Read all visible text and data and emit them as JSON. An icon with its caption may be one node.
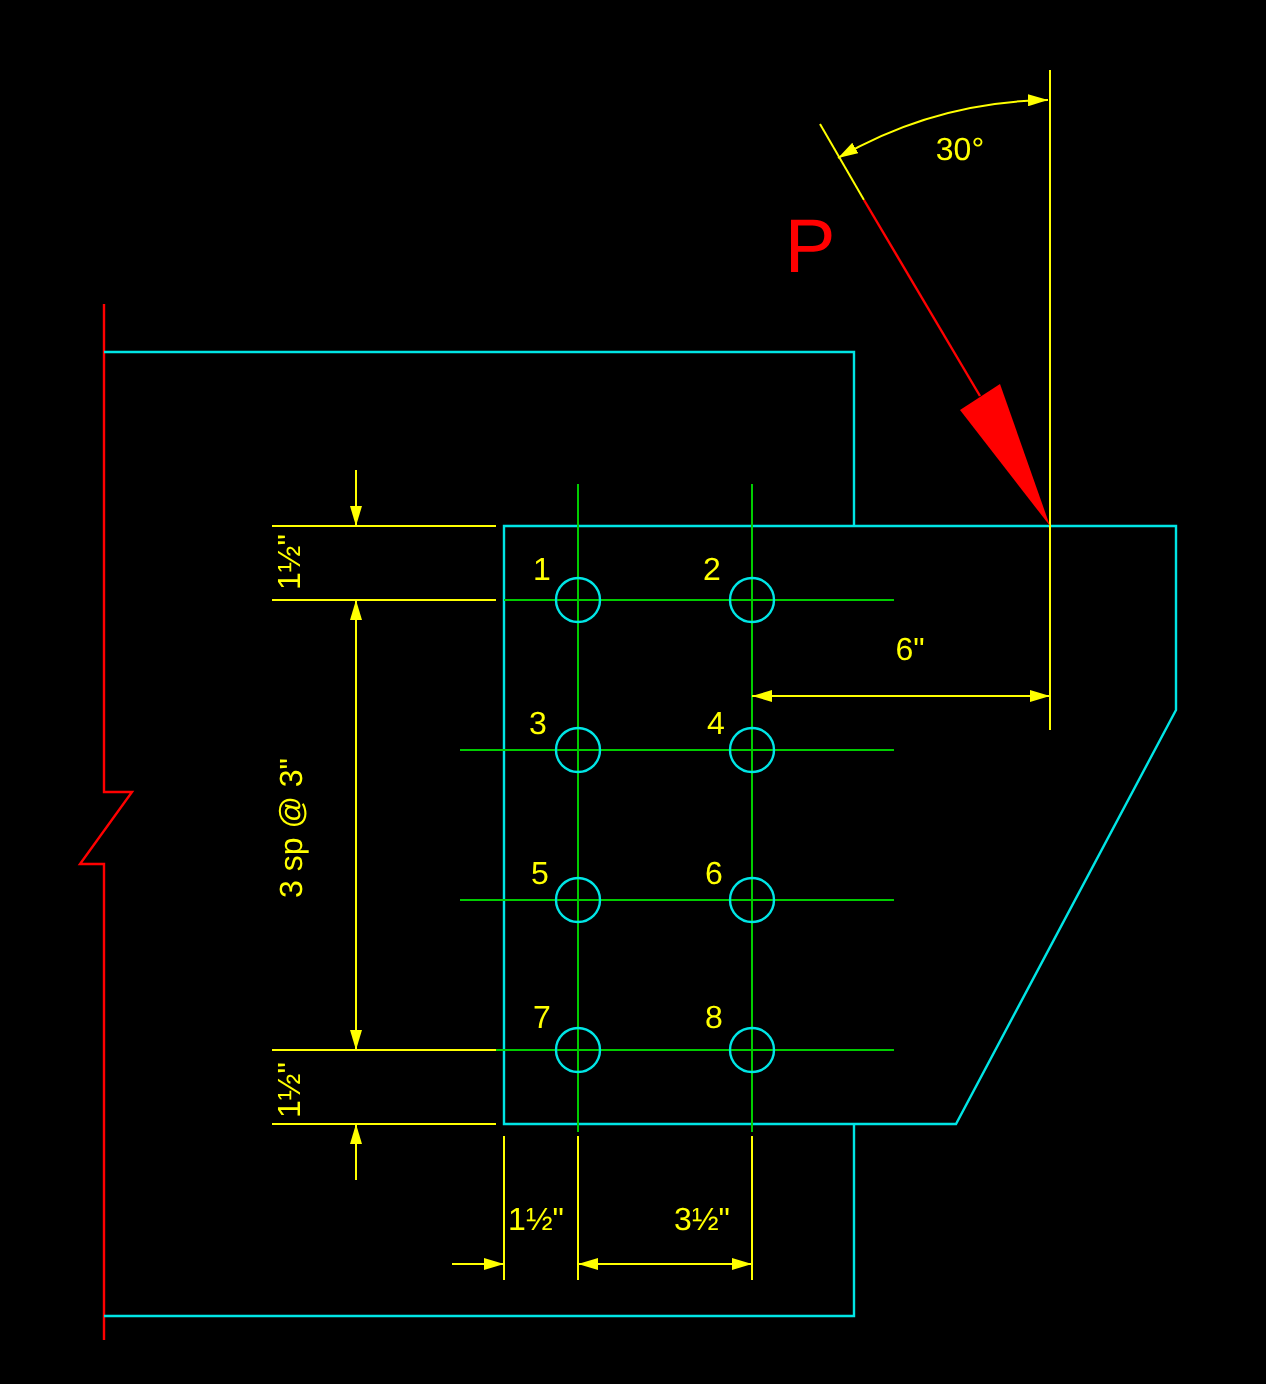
{
  "diagram": {
    "labels": [
      "30°",
      "P",
      "1½\"",
      "1",
      "2",
      "6\"",
      "3",
      "4",
      "3 sp @ 3\"",
      "5",
      "6",
      "7",
      "8",
      "1½\"",
      "1½\"",
      "3½\""
    ]
  }
}
